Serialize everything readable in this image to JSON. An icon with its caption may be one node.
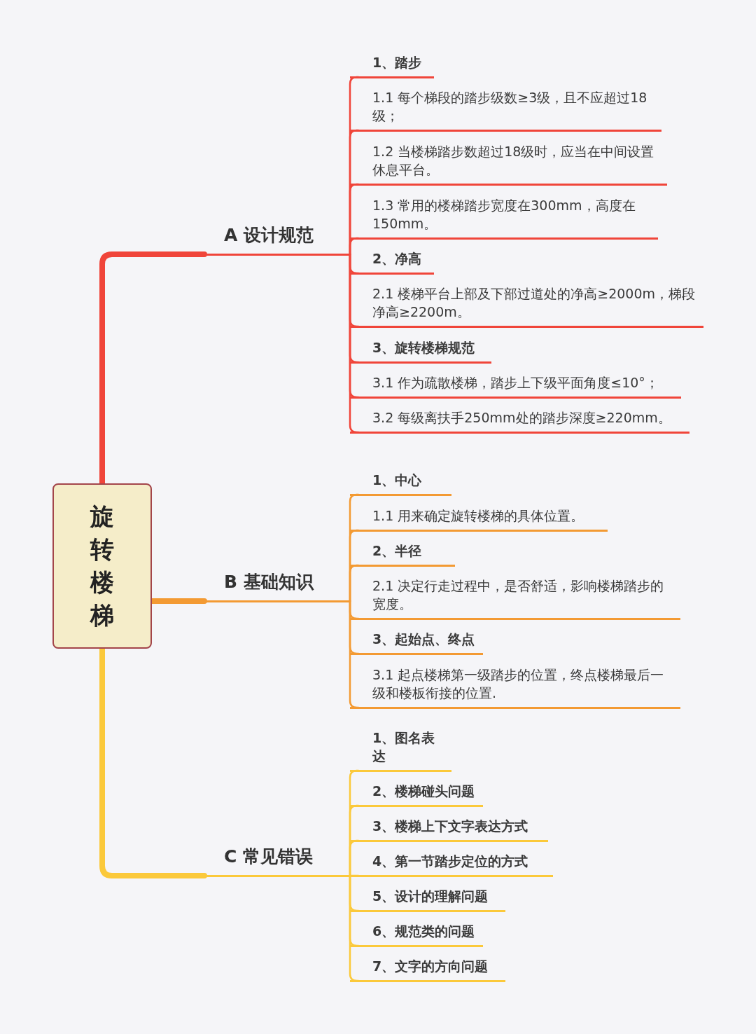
{
  "diagram": {
    "nodes": [
      {
        "text": [
          "旋转楼梯"
        ]
      },
      {
        "text": [
          "A 设计规范"
        ]
      },
      {
        "text": [
          "1、踏步"
        ]
      },
      {
        "text": [
          "1.1 每个梯段的踏步级数≥3级，且不应超过18级；"
        ]
      },
      {
        "text": [
          "1.2 当楼梯踏步数超过18级时，应当在中间设置休息平台。"
        ]
      },
      {
        "text": [
          "1.3 常用的楼梯踏步宽度在300mm，高度在150mm。"
        ]
      },
      {
        "text": [
          "2、净高"
        ]
      },
      {
        "text": [
          "2.1 楼梯平台上部及下部过道处的净高≥2000m，梯段净高≥2200m。"
        ]
      },
      {
        "text": [
          "3、旋转楼梯规范"
        ]
      },
      {
        "text": [
          "3.1 作为疏散楼梯，踏步上下级平面角度≤10°；"
        ]
      },
      {
        "text": [
          "3.2 每级离扶手250mm处的踏步深度≥220mm。"
        ]
      },
      {
        "text": [
          "B 基础知识"
        ]
      },
      {
        "text": [
          "1、中心"
        ]
      },
      {
        "text": [
          "1.1 用来确定旋转楼梯的具体位置。"
        ]
      },
      {
        "text": [
          "2、半径"
        ]
      },
      {
        "text": [
          "2.1 决定行走过程中，是否舒适，影响楼梯踏步的宽度。"
        ]
      },
      {
        "text": [
          "3、起始点、终点"
        ]
      },
      {
        "text": [
          "3.1 起点楼梯第一级踏步的位置，终点楼梯最后一级和楼板衔接的位置."
        ]
      },
      {
        "text": [
          "C 常见错误"
        ]
      },
      {
        "text": [
          "1、图名表达"
        ]
      },
      {
        "text": [
          "2、楼梯碰头问题"
        ]
      },
      {
        "text": [
          "3、楼梯上下文字表达方式"
        ]
      },
      {
        "text": [
          "4、第一节踏步定位的方式"
        ]
      },
      {
        "text": [
          "5、设计的理解问题"
        ]
      },
      {
        "text": [
          "6、规范类的问题"
        ]
      },
      {
        "text": [
          "7、文字的方向问题"
        ]
      }
    ],
    "edges": [
      {
        "from": 0,
        "to": 1,
        "arrow": "none",
        "style": "thick"
      },
      {
        "from": 0,
        "to": 11,
        "arrow": "none",
        "style": "thick",
        "color": "#f39a33"
      },
      {
        "from": 0,
        "to": 18,
        "arrow": "none",
        "style": "thick",
        "color": "#fbc93b"
      },
      {
        "from": 1,
        "to": 2,
        "arrow": "none"
      },
      {
        "from": 1,
        "to": 3,
        "arrow": "none"
      },
      {
        "from": 1,
        "to": 4,
        "arrow": "none"
      },
      {
        "from": 1,
        "to": 5,
        "arrow": "none"
      },
      {
        "from": 1,
        "to": 6,
        "arrow": "none"
      },
      {
        "from": 1,
        "to": 7,
        "arrow": "none"
      },
      {
        "from": 1,
        "to": 8,
        "arrow": "none"
      },
      {
        "from": 1,
        "to": 9,
        "arrow": "none"
      },
      {
        "from": 1,
        "to": 10,
        "arrow": "none"
      },
      {
        "from": 11,
        "to": 12,
        "arrow": "none",
        "color": "#f39a33"
      },
      {
        "from": 11,
        "to": 13,
        "arrow": "none",
        "color": "#f39a33"
      },
      {
        "from": 11,
        "to": 14,
        "arrow": "none",
        "color": "#f39a33"
      },
      {
        "from": 11,
        "to": 15,
        "arrow": "none",
        "color": "#f39a33"
      },
      {
        "from": 11,
        "to": 16,
        "arrow": "none",
        "color": "#f39a33"
      },
      {
        "from": 11,
        "to": 17,
        "arrow": "none",
        "color": "#f39a33"
      },
      {
        "from": 18,
        "to": 19,
        "arrow": "none",
        "color": "#fbc93b"
      },
      {
        "from": 18,
        "to": 20,
        "arrow": "none",
        "color": "#fbc93b"
      },
      {
        "from": 18,
        "to": 21,
        "arrow": "none",
        "color": "#fbc93b"
      },
      {
        "from": 18,
        "to": 22,
        "arrow": "none",
        "color": "#fbc93b"
      },
      {
        "from": 18,
        "to": 23,
        "arrow": "none",
        "color": "#fbc93b"
      },
      {
        "from": 18,
        "to": 24,
        "arrow": "none",
        "color": "#fbc93b"
      },
      {
        "from": 18,
        "to": 25,
        "arrow": "none",
        "color": "#fbc93b"
      }
    ]
  }
}
